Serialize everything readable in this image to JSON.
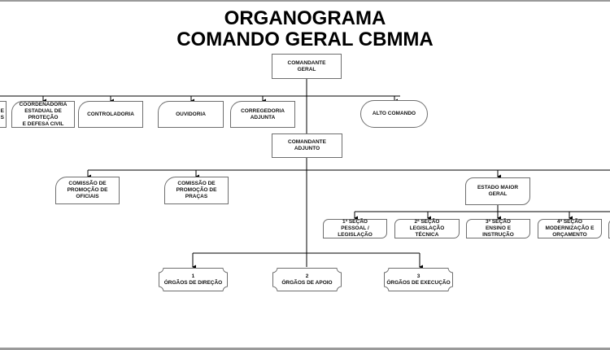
{
  "title": {
    "line1": "ORGANOGRAMA",
    "line2": "COMANDO GERAL CBMMA"
  },
  "nodes": {
    "comandante_geral": "COMANDANTE\nGERAL",
    "partial_left": "E\nS",
    "coordenadoria": "COORDENADORIA\nESTADUAL DE PROTEÇÃO\nE DEFESA CIVIL",
    "controladoria": "CONTROLADORIA",
    "ouvidoria": "OUVIDORIA",
    "corregedoria": "CORREGEDORIA\nADJUNTA",
    "alto_comando": "ALTO COMANDO",
    "comandante_adjunto": "COMANDANTE\nADJUNTO",
    "comissao_oficiais": "COMISSÃO DE\nPROMOÇÃO DE\nOFICIAIS",
    "comissao_pracas": "COMISSÃO DE\nPROMOÇÃO DE\nPRAÇAS",
    "estado_maior": "ESTADO MAIOR GERAL",
    "secao_1": "1ª SEÇÃO\nPESSOAL / LEGISLAÇÃO",
    "secao_2": "2ª SEÇÃO\nLEGISLAÇÃO TÉCNICA",
    "secao_3": "3ª SEÇÃO\nENSINO E INSTRUÇÃO",
    "secao_4": "4ª SEÇÃO\nMODERNIZAÇÃO E\nORÇAMENTO",
    "orgaos_direcao": "1\nÓRGÃOS DE DIREÇÃO",
    "orgaos_apoio": "2\nÓRGÃOS DE APOIO",
    "orgaos_execucao": "3\nÓRGÃOS DE EXECUÇÃO"
  },
  "colors": {
    "line": "#000000",
    "box_border": "#6e6e6e",
    "frame": "#9a9a9a"
  }
}
